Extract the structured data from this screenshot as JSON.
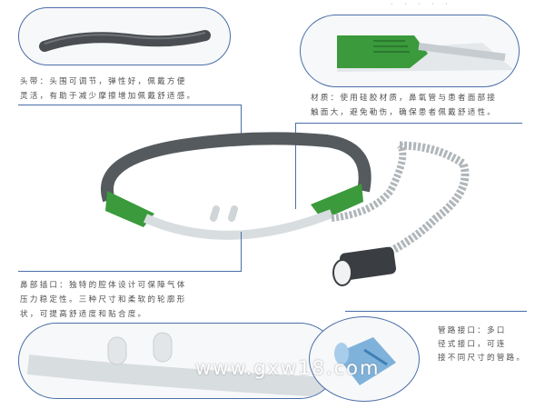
{
  "callouts": {
    "headband": {
      "title": "头带：",
      "text_line1": "头围可调节，弹性好，佩戴方便",
      "text_line2": "灵活，有助于减少摩擦增加佩戴舒适感。"
    },
    "material": {
      "title": "材质：",
      "text_line1": "使用硅胶材质，鼻氧管与患者面部接",
      "text_line2": "触面大，避免勒伤，确保患者佩戴舒适性。"
    },
    "nasal": {
      "title": "鼻部插口：",
      "text_line1": "独特的腔体设计可保障气体",
      "text_line2": "压力稳定性。三种尺寸和柔软的轮廓形",
      "text_line3": "状，可提高舒适度和贴合度。"
    },
    "connector": {
      "title": "管路接口：",
      "text_line1": "多口",
      "text_line2": "径式接口，可连",
      "text_line3": "接不同尺寸的管路。"
    }
  },
  "watermark": "www.gxw18.com",
  "colors": {
    "accent_green": "#3a9a3c",
    "line_blue": "#4a6ea8",
    "tube_gray": "#555a5e",
    "connector_blue": "#6aa6d6"
  }
}
